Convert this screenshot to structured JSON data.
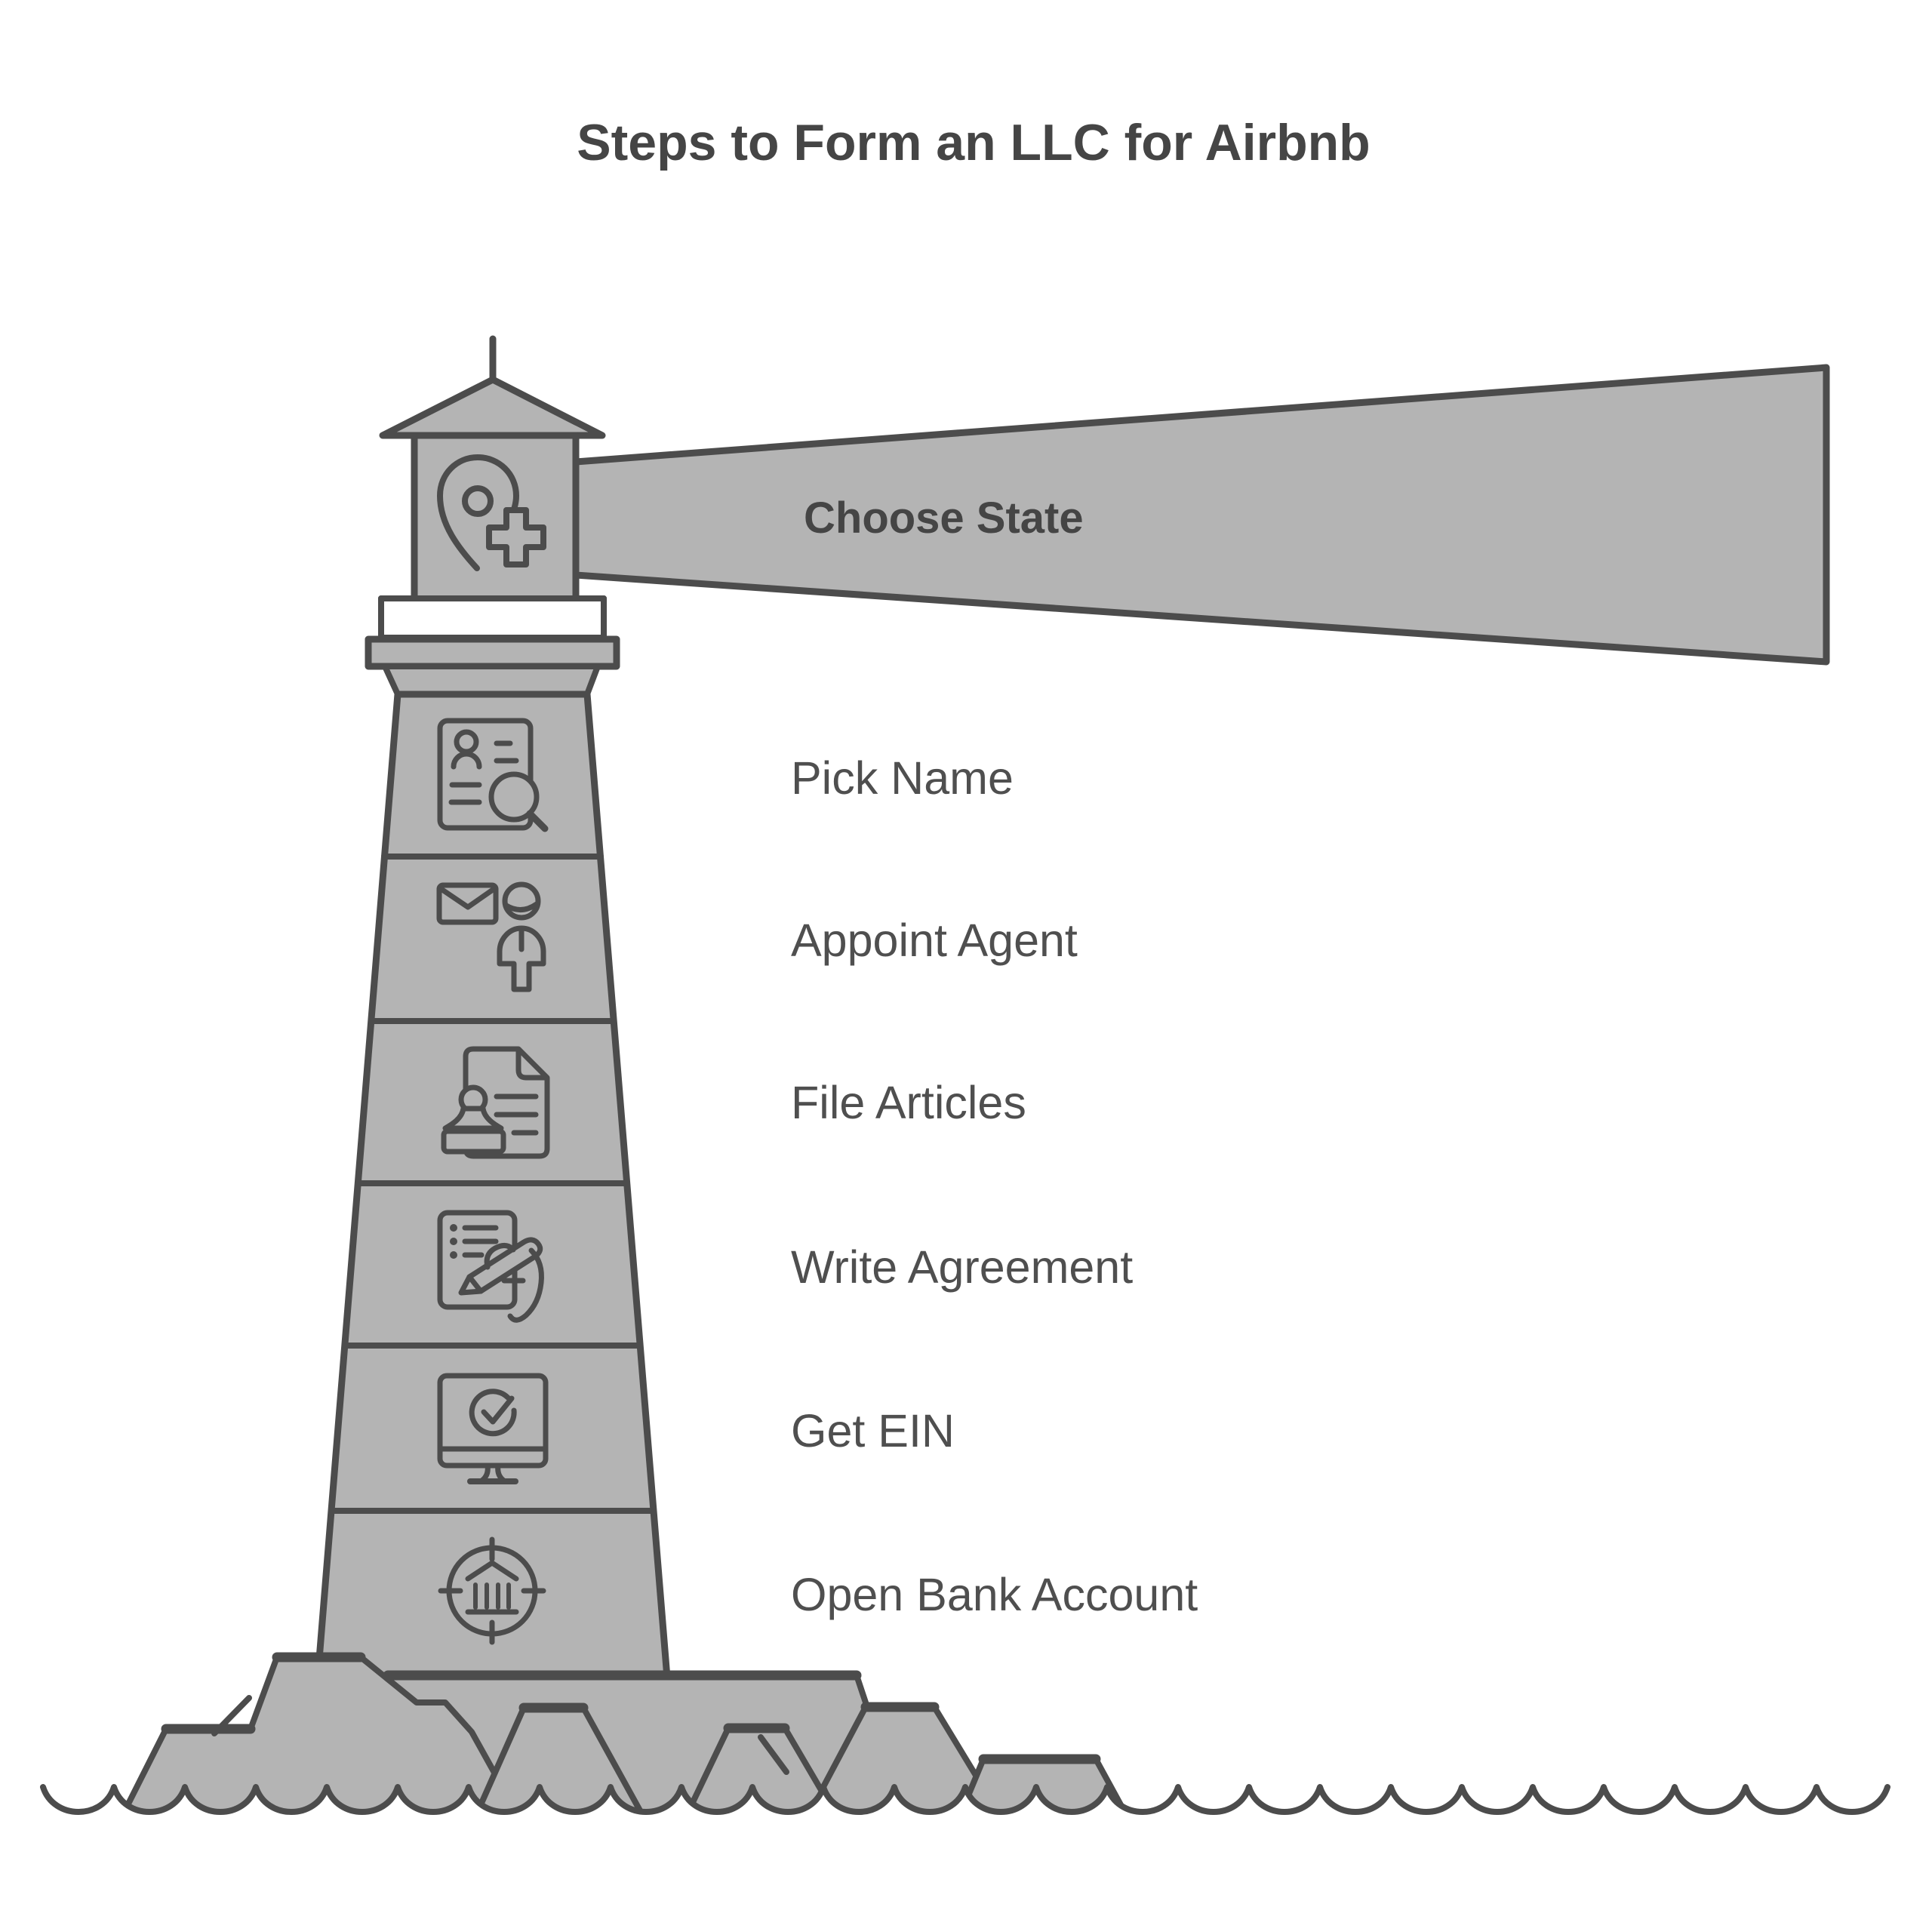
{
  "title": "Steps to Form an LLC for Airbnb",
  "beam": {
    "label": "Choose State",
    "icon": "location-pin-plus-icon"
  },
  "steps": [
    {
      "label": "Pick Name",
      "icon": "id-card-search-icon"
    },
    {
      "label": "Appoint Agent",
      "icon": "envelope-person-icon"
    },
    {
      "label": "File Articles",
      "icon": "stamp-document-icon"
    },
    {
      "label": "Write Agreement",
      "icon": "checklist-signature-icon"
    },
    {
      "label": "Get EIN",
      "icon": "monitor-check-icon"
    },
    {
      "label": "Open Bank Account",
      "icon": "bank-target-icon"
    }
  ],
  "colors": {
    "background": "#ffffff",
    "shape_fill": "#b4b4b4",
    "outline": "#4c4c4c",
    "title_text": "#454545",
    "label_text": "#4f4f4f"
  }
}
